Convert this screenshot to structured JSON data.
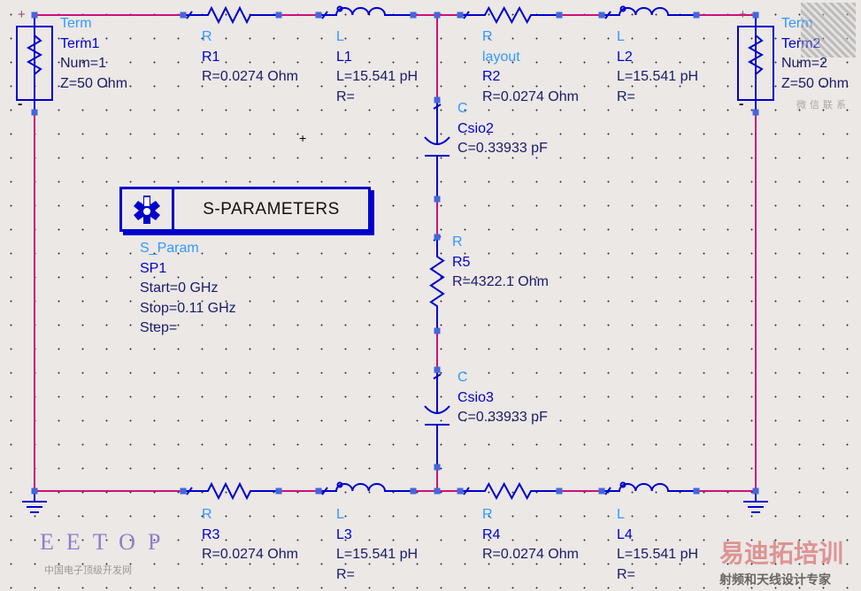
{
  "colors": {
    "wire": "#cc1177",
    "component": "#0000cc",
    "type_label": "#3399ff",
    "value_label": "#1a1a66"
  },
  "terms": [
    {
      "type": "Term",
      "name": "Term1",
      "num": "Num=1",
      "z": "Z=50 Ohm"
    },
    {
      "type": "Term",
      "name": "Term2",
      "num": "Num=2",
      "z": "Z=50 Ohm"
    }
  ],
  "top": [
    {
      "type": "R",
      "name": "R1",
      "value": "R=0.0274 Ohm"
    },
    {
      "type": "L",
      "name": "L1",
      "value": "L=15.541 pH",
      "extra": "R="
    },
    {
      "type": "R",
      "name": "layout",
      "value": "R2",
      "extra": "R=0.0274 Ohm"
    },
    {
      "type": "L",
      "name": "L2",
      "value": "L=15.541 pH",
      "extra": "R="
    }
  ],
  "bottom": [
    {
      "type": "R",
      "name": "R3",
      "value": "R=0.0274 Ohm"
    },
    {
      "type": "L",
      "name": "L3",
      "value": "L=15.541 pH",
      "extra": "R="
    },
    {
      "type": "R",
      "name": "R4",
      "value": "R=0.0274 Ohm"
    },
    {
      "type": "L",
      "name": "L4",
      "value": "L=15.541 pH",
      "extra": "R="
    }
  ],
  "shunt": [
    {
      "type": "C",
      "name": "Csio2",
      "value": "C=0.33933 pF"
    },
    {
      "type": "R",
      "name": "R5",
      "value": "R=4322.1 Ohm"
    },
    {
      "type": "C",
      "name": "Csio3",
      "value": "C=0.33933 pF"
    }
  ],
  "sparam": {
    "title": "S-PARAMETERS",
    "type": "S_Param",
    "name": "SP1",
    "start": "Start=0 GHz",
    "stop": "Stop=0.11 GHz",
    "step": "Step="
  },
  "term_signs": {
    "plus": "+",
    "minus": "-"
  },
  "watermarks": {
    "eetop": "EETOP",
    "eetop_sub": "中国电子顶级开发网",
    "brand": "易迪拓培训",
    "brand_sub": "射频和天线设计专家",
    "qr_text": "微信联系"
  },
  "cursor": "+"
}
